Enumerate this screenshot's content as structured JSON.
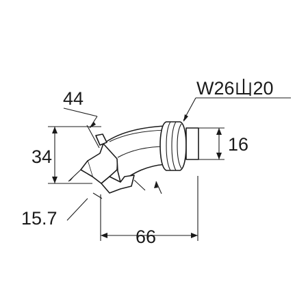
{
  "dimensions": {
    "thread_spec": "W26山20",
    "angle_top": "44",
    "height_left": "34",
    "offset_bottom": "15.7",
    "length_bottom": "66",
    "outlet_height": "16"
  }
}
